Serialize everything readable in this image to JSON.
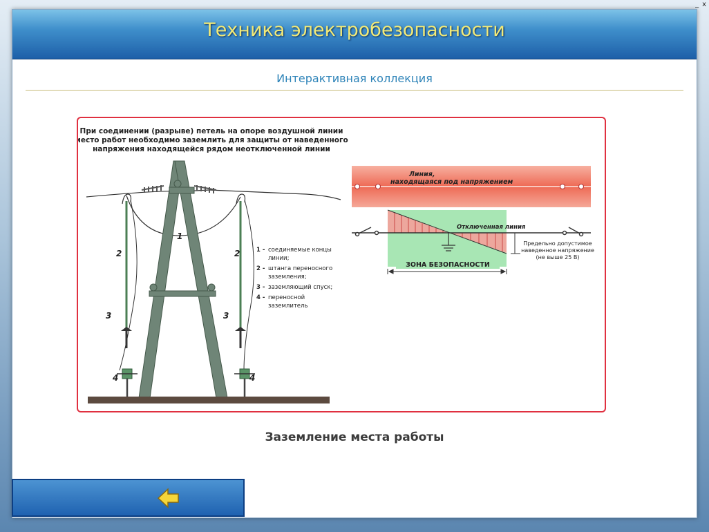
{
  "window": {
    "minimize": "_",
    "close": "x"
  },
  "header": {
    "title": "Техника электробезопасности"
  },
  "subtitle": "Интерактивная коллекция",
  "figure": {
    "heading": [
      "При соединении (разрыве) петель на опоре воздушной линии",
      "место работ необходимо заземлить для защиты от наведенного",
      "напряжения находящейся рядом неотключенной линии"
    ],
    "numbers": {
      "n1": "1",
      "n2": "2",
      "n3": "3",
      "n4": "4"
    },
    "legend": [
      {
        "num": "1 -",
        "lines": [
          "соединяемые концы",
          "линии;"
        ]
      },
      {
        "num": "2 -",
        "lines": [
          "штанга переносного",
          "заземления;"
        ]
      },
      {
        "num": "3 -",
        "lines": [
          "заземляющий спуск;"
        ]
      },
      {
        "num": "4 -",
        "lines": [
          "переносной",
          "заземлитель"
        ]
      }
    ],
    "live_line_label": [
      "Линия,",
      "находящаяся под напряжением"
    ],
    "disconnected_label": "Отключенная линия",
    "safety_zone_label": "ЗОНА БЕЗОПАСНОСТИ",
    "voltage_note": [
      "Предельно допустимое",
      "наведенное напряжение",
      "(не выше 25 В)"
    ]
  },
  "caption": "Заземление места работы",
  "footer": {
    "back_icon": "arrow-left-icon"
  },
  "colors": {
    "title": "#f2ea78",
    "frame": "#e03040",
    "live_line": "#f08070",
    "safety": "#a8e6b4"
  }
}
